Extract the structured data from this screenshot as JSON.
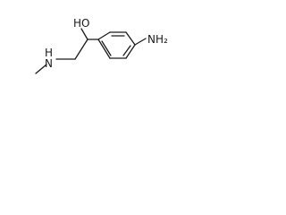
{
  "structure": {
    "atoms": {
      "hydroxyl": "HO",
      "amine_secondary": "N",
      "amine_secondary_h": "H",
      "amine_primary": "NH₂"
    }
  },
  "colors": {
    "bond": "#1a1a1a",
    "text": "#1a1a1a",
    "background": "#ffffff"
  }
}
